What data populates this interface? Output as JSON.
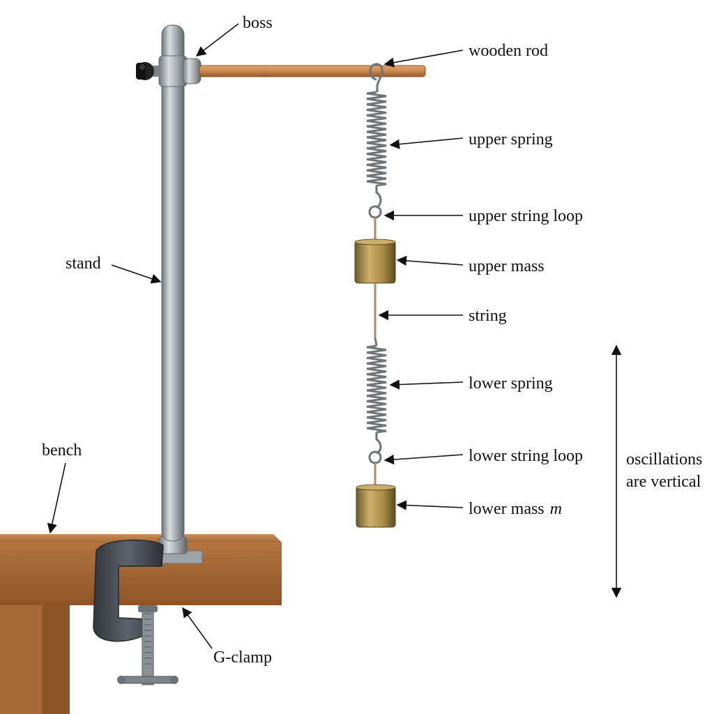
{
  "labels": {
    "boss": "boss",
    "wooden_rod": "wooden rod",
    "upper_spring": "upper spring",
    "upper_string_loop": "upper string loop",
    "upper_mass": "upper mass",
    "string": "string",
    "lower_spring": "lower spring",
    "lower_string_loop": "lower string loop",
    "lower_mass": "lower mass",
    "lower_mass_symbol": "m",
    "stand": "stand",
    "bench": "bench",
    "g_clamp": "G-clamp",
    "oscillations_line1": "oscillations",
    "oscillations_line2": "are vertical"
  },
  "colors": {
    "steel": "#9aa0a6",
    "wood_rod": "#c8874e",
    "bench_wood": "#b97a45",
    "brass": "#a68a45",
    "clamp": "#4a5056",
    "spring": "#6f7478",
    "string": "#b08a6a",
    "knob": "#222222"
  }
}
